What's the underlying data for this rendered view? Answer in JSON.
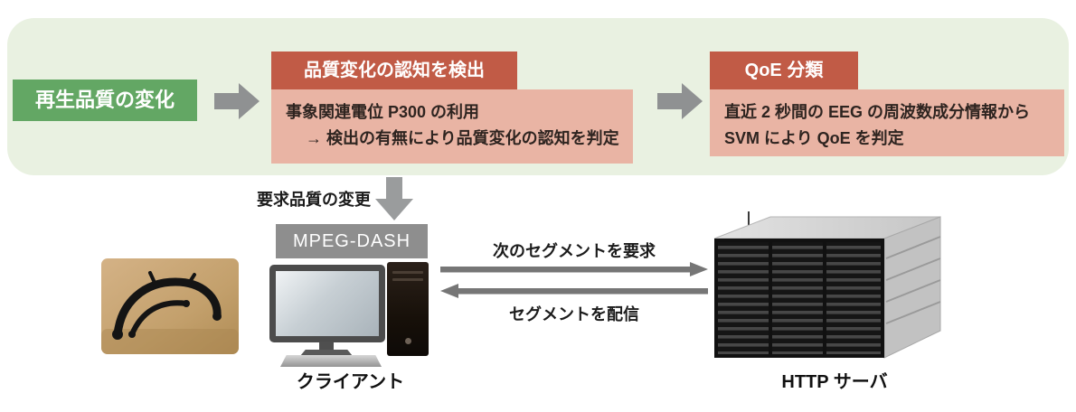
{
  "colors": {
    "panel_bg": "#e9f1e1",
    "green_box": "#63a764",
    "red_header": "#c15b46",
    "salmon_body": "#e9b4a4",
    "arrow_gray": "#8f9192",
    "mpeg_gray": "#8e8e8e"
  },
  "flow": {
    "step1": {
      "label": "再生品質の変化"
    },
    "step2": {
      "header": "品質変化の認知を検出",
      "line1": "事象関連電位 P300 の利用",
      "line2": "→ 検出の有無により品質変化の認知を判定"
    },
    "step3": {
      "header": "QoE 分類",
      "line1": "直近 2 秒間の EEG の周波数成分情報から",
      "line2": "SVM により QoE を判定"
    }
  },
  "bottom": {
    "quality_change_label": "要求品質の変更",
    "mpeg_dash": "MPEG-DASH",
    "request_label": "次のセグメントを要求",
    "deliver_label": "セグメントを配信",
    "client_label": "クライアント",
    "server_label": "HTTP サーバ"
  }
}
